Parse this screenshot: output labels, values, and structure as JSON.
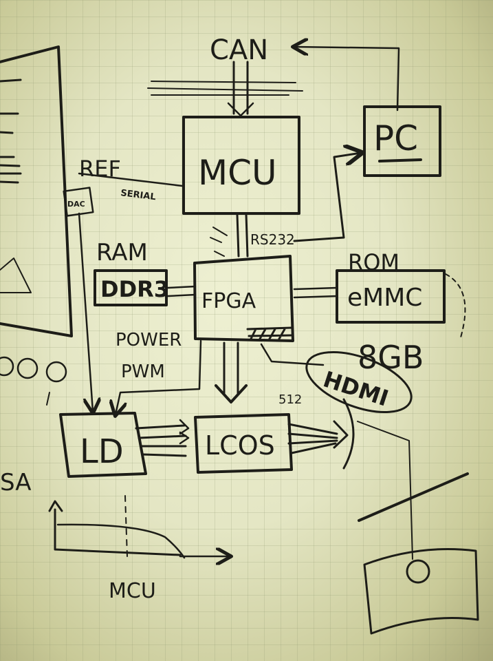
{
  "labels": {
    "can": "CAN",
    "mcu": "MCU",
    "pc": "PC",
    "ref": "REF",
    "serial": "SERIAL",
    "dac": "DAC",
    "rs232": "RS232",
    "ram": "RAM",
    "ddr3": "DDR3",
    "fpga": "FPGA",
    "rom": "ROM",
    "emmc": "eMMC",
    "size_8gb": "8GB",
    "hdmi": "HDMI",
    "power": "POWER",
    "pwm": "PWM",
    "ld": "LD",
    "lcos": "LCOS",
    "bits_512": "512",
    "mcu_axis": "MCU",
    "left_letters": "SA",
    "circles": "OOO"
  },
  "colors": {
    "ink": "#1d1d18",
    "board": "#e6e8c8"
  }
}
